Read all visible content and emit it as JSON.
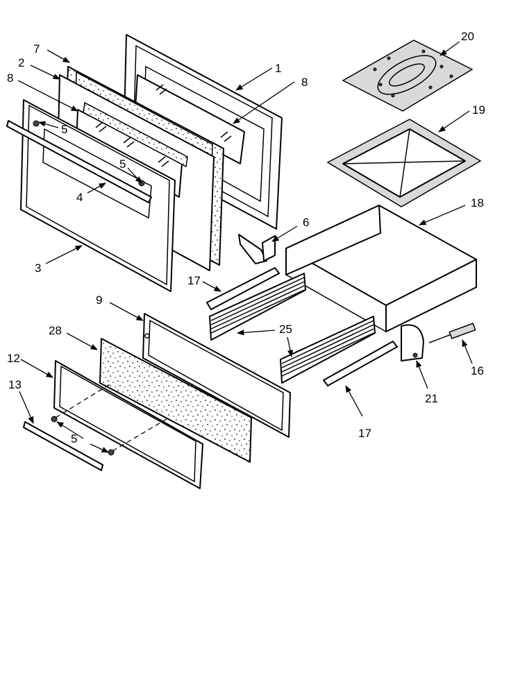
{
  "diagram": {
    "callouts": {
      "c1": "1",
      "c2": "2",
      "c3": "3",
      "c4": "4",
      "c5a": "5",
      "c5b": "5",
      "c5c": "5",
      "c6": "6",
      "c7": "7",
      "c8a": "8",
      "c8b": "8",
      "c9": "9",
      "c12": "12",
      "c13": "13",
      "c16": "16",
      "c17a": "17",
      "c17b": "17",
      "c18": "18",
      "c19": "19",
      "c20": "20",
      "c21": "21",
      "c25": "25",
      "c28": "28"
    }
  }
}
